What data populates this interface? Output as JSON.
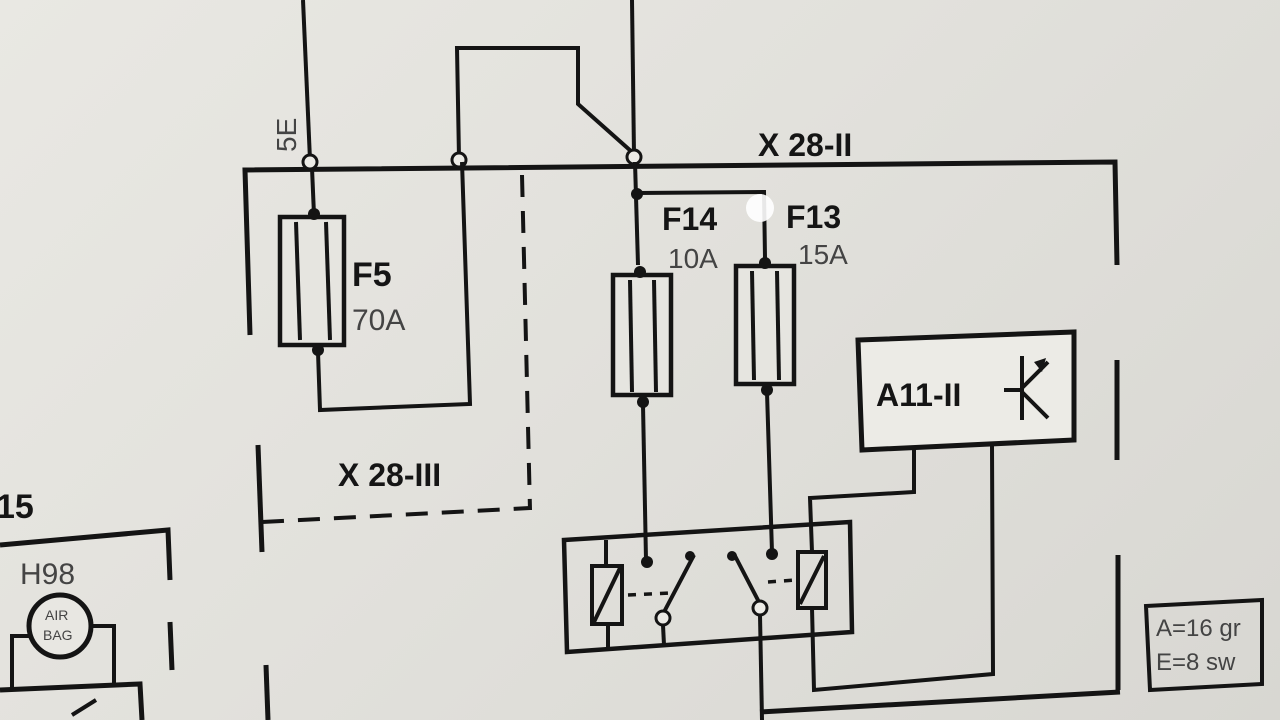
{
  "diagram": {
    "connector_x28_ii": "X 28-II",
    "connector_x28_iii": "X 28-III",
    "wire_label_top": "5E",
    "fuse_f5": {
      "name": "F5",
      "rating": "70A"
    },
    "fuse_f14": {
      "name": "F14",
      "rating": "10A"
    },
    "fuse_f13": {
      "name": "F13",
      "rating": "15A"
    },
    "module_a11": "A11-II",
    "left_partial_label": "15",
    "lamp_h98": {
      "name": "H98",
      "text_line1": "AIR",
      "text_line2": "BAG"
    },
    "legend": {
      "line1": "A=16 gr",
      "line2": "E=8 sw"
    }
  }
}
